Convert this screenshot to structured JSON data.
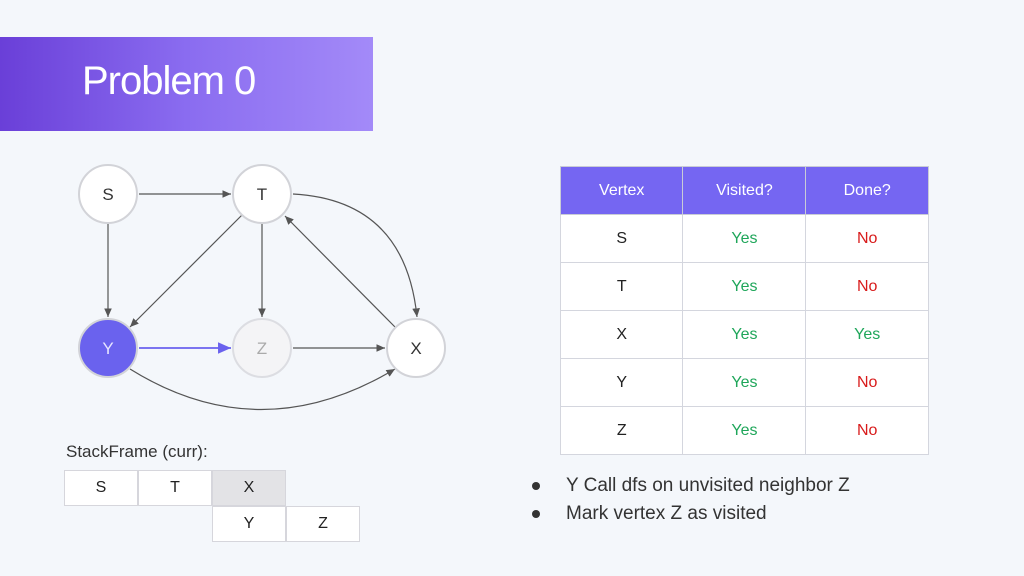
{
  "title": "Problem 0",
  "colors": {
    "accent": "#7566f2",
    "current_node": "#6a62ee",
    "yes": "#1fa65a",
    "no": "#d81b1b"
  },
  "graph": {
    "nodes": {
      "S": "S",
      "T": "T",
      "Y": "Y",
      "Z": "Z",
      "X": "X"
    },
    "edges": [
      {
        "from": "S",
        "to": "T"
      },
      {
        "from": "S",
        "to": "Y"
      },
      {
        "from": "T",
        "to": "Y"
      },
      {
        "from": "T",
        "to": "Z"
      },
      {
        "from": "T",
        "to": "X"
      },
      {
        "from": "X",
        "to": "T"
      },
      {
        "from": "Y",
        "to": "Z",
        "highlighted": true
      },
      {
        "from": "Z",
        "to": "X"
      },
      {
        "from": "Y",
        "to": "X"
      }
    ],
    "current": "Y",
    "pending": "Z"
  },
  "table": {
    "headers": [
      "Vertex",
      "Visited?",
      "Done?"
    ],
    "rows": [
      [
        "S",
        "Yes",
        "No"
      ],
      [
        "T",
        "Yes",
        "No"
      ],
      [
        "X",
        "Yes",
        "Yes"
      ],
      [
        "Y",
        "Yes",
        "No"
      ],
      [
        "Z",
        "Yes",
        "No"
      ]
    ]
  },
  "stack": {
    "label": "StackFrame (curr):",
    "row1": [
      "S",
      "T",
      "X"
    ],
    "row2": [
      "Y",
      "Z"
    ]
  },
  "notes": [
    "Y Call dfs on unvisited neighbor Z",
    "Mark vertex Z as visited"
  ]
}
